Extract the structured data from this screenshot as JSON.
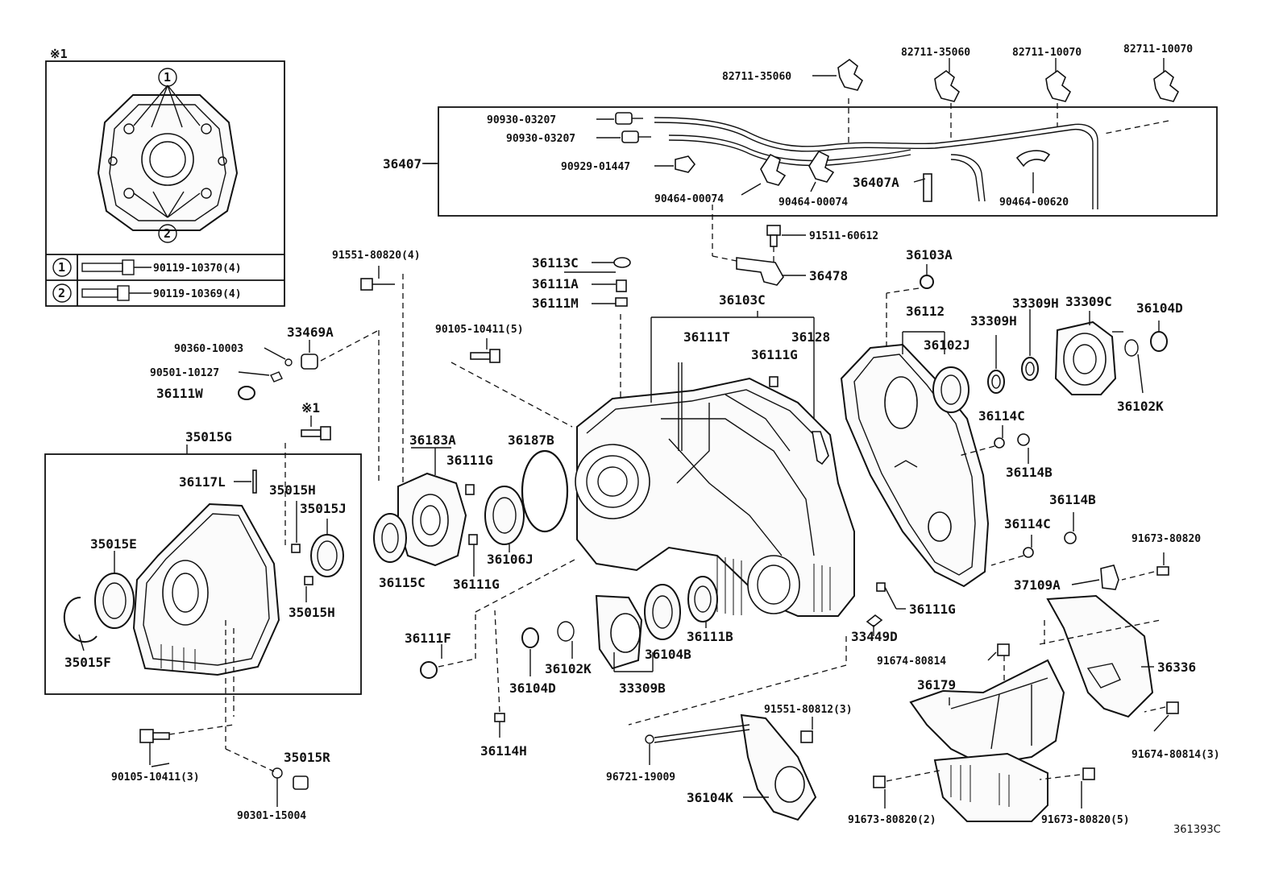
{
  "inset": {
    "ref_mark": "※1",
    "callout_1": "1",
    "callout_2": "2",
    "row_1_part": "90119-10370(4)",
    "row_2_part": "90119-10369(4)"
  },
  "labels": {
    "p82711_35060_a": "82711-35060",
    "p82711_35060_b": "82711-35060",
    "p82711_10070_a": "82711-10070",
    "p82711_10070_b": "82711-10070",
    "p90930_03207_a": "90930-03207",
    "p90930_03207_b": "90930-03207",
    "p36407": "36407",
    "p90929_01447": "90929-01447",
    "p36407A": "36407A",
    "p90464_00074_a": "90464-00074",
    "p90464_00074_b": "90464-00074",
    "p90464_00620": "90464-00620",
    "p91511_60612": "91511-60612",
    "p91551_80820_4": "91551-80820(4)",
    "p36113C": "36113C",
    "p36111A": "36111A",
    "p36111M": "36111M",
    "p36478": "36478",
    "p36103C": "36103C",
    "p36103A": "36103A",
    "p33309C": "33309C",
    "p36112": "36112",
    "p33309H_a": "33309H",
    "p33309H_b": "33309H",
    "p36104D_a": "36104D",
    "p36102J": "36102J",
    "p36102K_a": "36102K",
    "p90360_10003": "90360-10003",
    "p33469A": "33469A",
    "p90105_10411_5": "90105-10411(5)",
    "p36111T": "36111T",
    "p36128": "36128",
    "p36111G_a": "36111G",
    "p90501_10127": "90501-10127",
    "p36111W": "36111W",
    "p36114C_a": "36114C",
    "p36114B_a": "36114B",
    "p36114B_b": "36114B",
    "p36114C_b": "36114C",
    "p35015G": "35015G",
    "p36183A": "36183A",
    "p36187B": "36187B",
    "p36111G_b": "36111G",
    "p36117L": "36117L",
    "p35015H_a": "35015H",
    "p35015J": "35015J",
    "p35015E": "35015E",
    "p36115C": "36115C",
    "p36111G_c": "36111G",
    "p36106J": "36106J",
    "p35015H_b": "35015H",
    "p91673_80820": "91673-80820",
    "p37109A": "37109A",
    "p36111G_d": "36111G",
    "p36111F": "36111F",
    "p36111B": "36111B",
    "p33449D": "33449D",
    "p35015F": "35015F",
    "p36102K_b": "36102K",
    "p36104B": "36104B",
    "p91674_80814": "91674-80814",
    "p36336": "36336",
    "p36104D_b": "36104D",
    "p33309B": "33309B",
    "p36179": "36179",
    "p91551_80812_3": "91551-80812(3)",
    "p36114H": "36114H",
    "p90105_10411_3": "90105-10411(3)",
    "p35015R": "35015R",
    "p96721_19009": "96721-19009",
    "p91674_80814_3": "91674-80814(3)",
    "p36104K": "36104K",
    "p90301_15004": "90301-15004",
    "p91673_80820_2": "91673-80820(2)",
    "p91673_80820_5": "91673-80820(5)",
    "p361393C": "361393C"
  }
}
